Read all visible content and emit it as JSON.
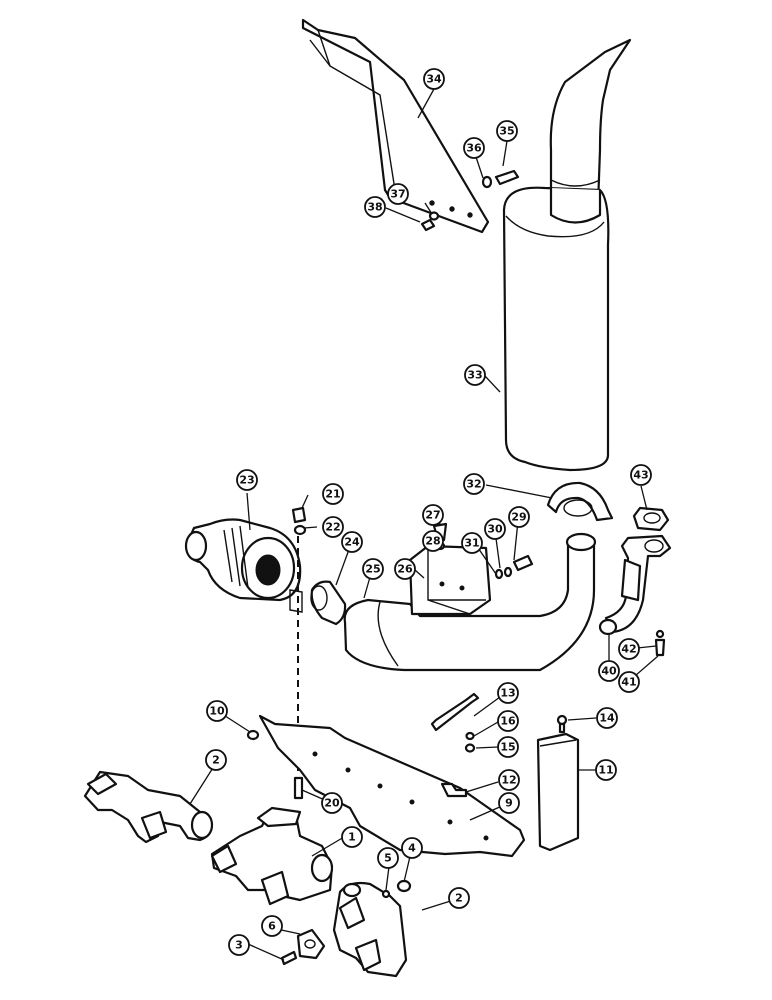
{
  "callouts": {
    "c1": "1",
    "c2a": "2",
    "c2b": "2",
    "c3": "3",
    "c4": "4",
    "c5": "5",
    "c6": "6",
    "c9": "9",
    "c10": "10",
    "c11": "11",
    "c12": "12",
    "c13": "13",
    "c14": "14",
    "c15": "15",
    "c16": "16",
    "c20": "20",
    "c21": "21",
    "c22": "22",
    "c23": "23",
    "c24": "24",
    "c25": "25",
    "c26": "26",
    "c27": "27",
    "c28": "28",
    "c29": "29",
    "c30": "30",
    "c31": "31",
    "c32": "32",
    "c33": "33",
    "c34": "34",
    "c35": "35",
    "c36": "36",
    "c37": "37",
    "c38": "38",
    "c40": "40",
    "c41": "41",
    "c42": "42",
    "c43": "43"
  }
}
